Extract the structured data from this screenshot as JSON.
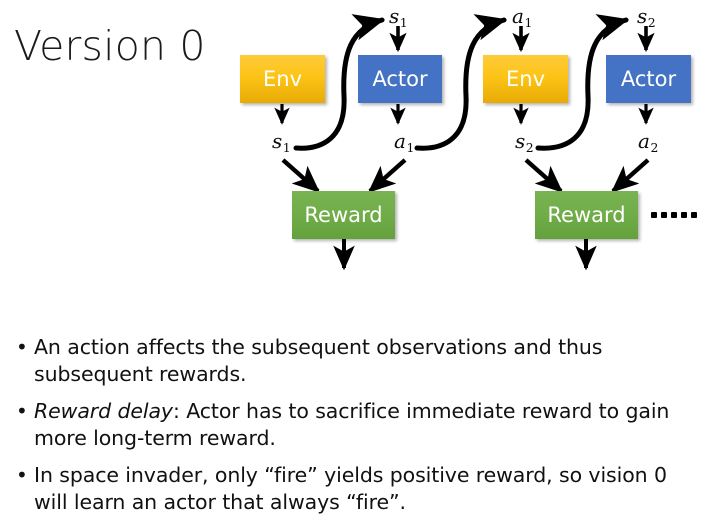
{
  "slide": {
    "title": "Version 0",
    "background": "#ffffff"
  },
  "colors": {
    "env": "#fdc416",
    "actor": "#4472c4",
    "reward": "#70ad47",
    "text_on_node": "#ffffff",
    "arrow": "#000000",
    "body_text": "#111111"
  },
  "diagram": {
    "nodes": [
      {
        "id": "env1",
        "label": "Env",
        "type": "env"
      },
      {
        "id": "actor1",
        "label": "Actor",
        "type": "actor"
      },
      {
        "id": "env2",
        "label": "Env",
        "type": "env"
      },
      {
        "id": "actor2",
        "label": "Actor",
        "type": "actor"
      },
      {
        "id": "reward1",
        "label": "Reward",
        "type": "reward"
      },
      {
        "id": "reward2",
        "label": "Reward",
        "type": "reward"
      }
    ],
    "labels": {
      "top_s1": "s",
      "top_s1_sub": "1",
      "top_a1": "a",
      "top_a1_sub": "1",
      "top_s2": "s",
      "top_s2_sub": "2",
      "bot_s1": "s",
      "bot_s1_sub": "1",
      "bot_a1": "a",
      "bot_a1_sub": "1",
      "bot_s2": "s",
      "bot_s2_sub": "2",
      "bot_a2": "a",
      "bot_a2_sub": "2"
    },
    "continuation": "......"
  },
  "bullets": [
    {
      "marker": "•",
      "lead_italic": "",
      "text": "An action affects the subsequent observations and thus subsequent rewards."
    },
    {
      "marker": "•",
      "lead_italic": "Reward delay",
      "text": ": Actor has to sacrifice immediate reward to gain more long-term reward."
    },
    {
      "marker": "•",
      "lead_italic": "",
      "text": "In space invader, only “fire” yields positive reward, so vision 0 will learn an actor that always “fire”."
    }
  ]
}
